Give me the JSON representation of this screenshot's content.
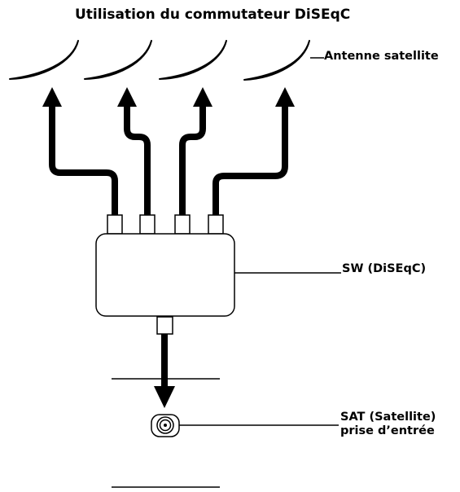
{
  "title": "Utilisation du commutateur  DiSEqC",
  "labels": {
    "antenna": "Antenne satellite",
    "switch": "SW (DiSEqC)",
    "sat_line1": "SAT (Satellite)",
    "sat_line2": "prise d’entrée"
  },
  "antenna_count": 4,
  "switch_input_ports": 4,
  "colors": {
    "ink": "#000000",
    "background": "#ffffff"
  }
}
